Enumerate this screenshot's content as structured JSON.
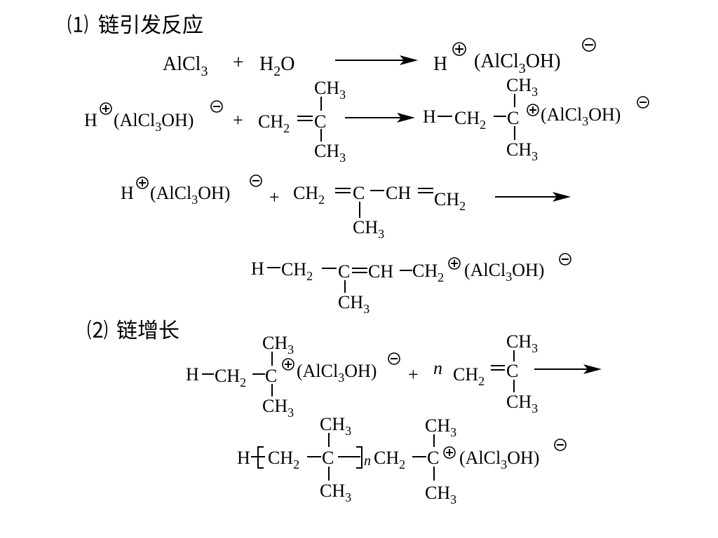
{
  "sections": [
    {
      "number": "⑴",
      "title": "链引发反应"
    },
    {
      "number": "⑵",
      "title": "链增长"
    }
  ],
  "reaction1": {
    "reactant_a": "AlCl",
    "reactant_a_sub": "3",
    "plus": "+",
    "reactant_b": "H",
    "reactant_b_sub": "2",
    "reactant_b_tail": "O",
    "product_h": "H",
    "product_counterion": "(AlCl",
    "product_counterion_sub": "3",
    "product_counterion_tail": "OH)"
  },
  "reaction2": {
    "catalyst_h": "H",
    "catalyst_ion": "(AlCl",
    "catalyst_ion_sub": "3",
    "catalyst_ion_tail": "OH)",
    "plus": "+",
    "monomer_ch2": "CH",
    "monomer_ch2_sub": "2",
    "carbon": "C",
    "methyl": "CH",
    "methyl_sub": "3",
    "product_h": "H",
    "product_ch2": "CH",
    "product_ch2_sub": "2"
  },
  "reaction3": {
    "plus": "+",
    "diene_ch2": "CH",
    "diene_ch2_sub": "2",
    "diene_c": "C",
    "diene_ch": "CH",
    "diene_ch2_end": "CH",
    "diene_ch2_end_sub": "2",
    "methyl": "CH",
    "methyl_sub": "3",
    "product_h": "H",
    "product_ch2": "CH",
    "product_ch2_sub": "2",
    "product_c": "C",
    "product_ch": "CH",
    "product_ch2b": "CH",
    "product_ch2b_sub": "2"
  },
  "reaction4": {
    "plus": "+",
    "n": "n",
    "monomer_ch2": "CH",
    "monomer_ch2_sub": "2",
    "carbon": "C",
    "methyl": "CH",
    "methyl_sub": "3",
    "product_h": "H",
    "repeat_ch2": "CH",
    "repeat_ch2_sub": "2",
    "repeat_n": "n"
  },
  "symbols": {
    "cation": "+",
    "anion": "−"
  }
}
